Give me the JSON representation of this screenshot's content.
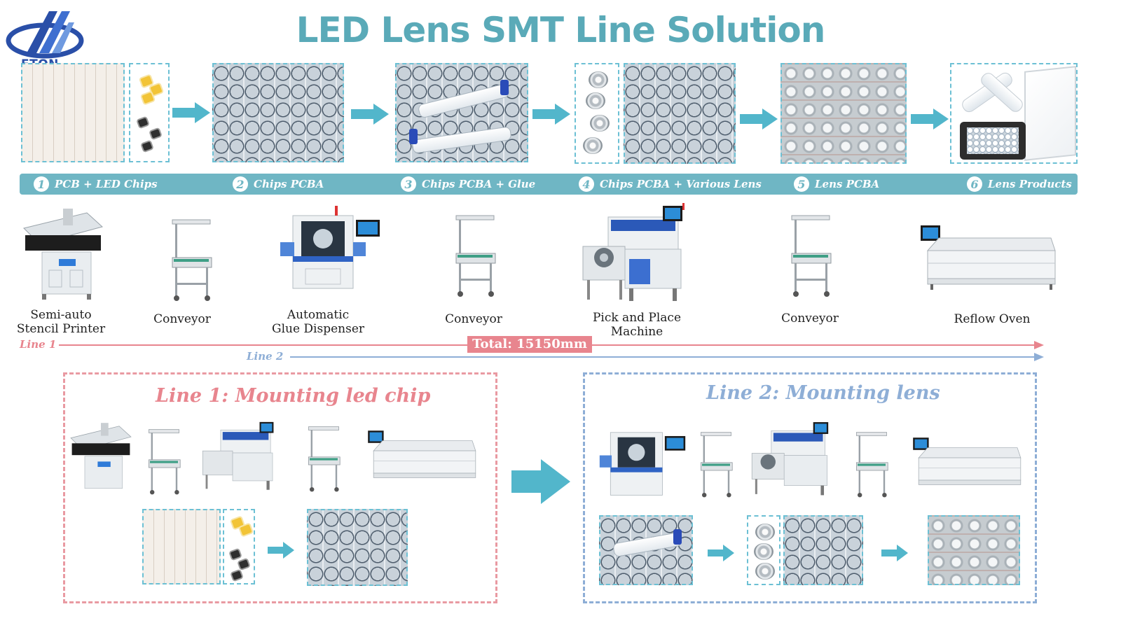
{
  "brand": {
    "logo_text": "ETON"
  },
  "title": "LED Lens SMT Line Solution",
  "steps": [
    {
      "num": "1",
      "label": "PCB + LED Chips"
    },
    {
      "num": "2",
      "label": "Chips PCBA"
    },
    {
      "num": "3",
      "label": "Chips PCBA + Glue"
    },
    {
      "num": "4",
      "label": "Chips PCBA + Various Lens"
    },
    {
      "num": "5",
      "label": "Lens PCBA"
    },
    {
      "num": "6",
      "label": "Lens Products"
    }
  ],
  "machines": [
    {
      "label_line1": "Semi-auto",
      "label_line2": "Stencil Printer"
    },
    {
      "label_line1": "Conveyor",
      "label_line2": ""
    },
    {
      "label_line1": "Automatic",
      "label_line2": "Glue Dispenser"
    },
    {
      "label_line1": "Conveyor",
      "label_line2": ""
    },
    {
      "label_line1": "Pick and Place",
      "label_line2": "Machine"
    },
    {
      "label_line1": "Conveyor",
      "label_line2": ""
    },
    {
      "label_line1": "Reflow Oven",
      "label_line2": ""
    }
  ],
  "lines": {
    "line1_label": "Line 1",
    "line2_label": "Line 2",
    "total": "Total: 15150mm",
    "line1_color": "#e8858e",
    "line2_color": "#8eaed6"
  },
  "panels": {
    "line1_title": "Line 1: Mounting led chip",
    "line2_title": "Line 2: Mounting lens"
  },
  "colors": {
    "accent": "#6fb6c4",
    "arrow": "#52b6cb",
    "title": "#5aaab8"
  }
}
